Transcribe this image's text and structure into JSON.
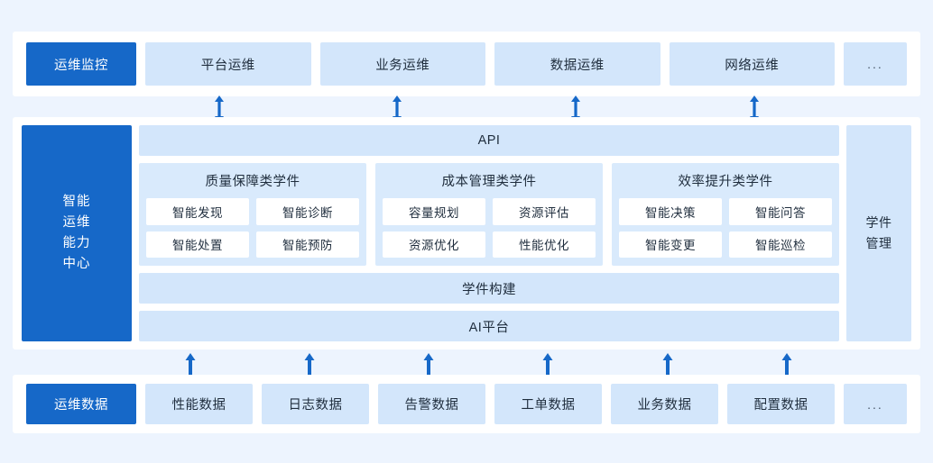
{
  "colors": {
    "page_background": "#edf4fe",
    "panel_background": "#ffffff",
    "accent_blue": "#1668c8",
    "light_blue": "#d3e6fb",
    "group_blue": "#d9eafc",
    "chip_white": "#ffffff",
    "text_dark": "#1f2d3d",
    "arrow_blue": "#1668c8"
  },
  "top_layer": {
    "header_label": "运维监控",
    "cells": [
      {
        "label": "平台运维"
      },
      {
        "label": "业务运维"
      },
      {
        "label": "数据运维"
      },
      {
        "label": "网络运维"
      }
    ],
    "ellipsis": "..."
  },
  "top_arrows": {
    "type": "double-headed-vertical",
    "count": 4,
    "positions": [
      243,
      440,
      638,
      836
    ]
  },
  "middle_layer": {
    "capability_center_label": "智能\n运维\n能力\n中心",
    "api_bar": "API",
    "groups": [
      {
        "title": "质量保障类学件",
        "items": [
          "智能发现",
          "智能诊断",
          "智能处置",
          "智能预防"
        ]
      },
      {
        "title": "成本管理类学件",
        "items": [
          "容量规划",
          "资源评估",
          "资源优化",
          "性能优化"
        ]
      },
      {
        "title": "效率提升类学件",
        "items": [
          "智能决策",
          "智能问答",
          "智能变更",
          "智能巡检"
        ]
      }
    ],
    "learnware_build_bar": "学件构建",
    "ai_platform_bar": "AI平台",
    "learnware_management_label": "学件\n管理"
  },
  "bottom_arrows": {
    "type": "single-headed-up",
    "count": 6,
    "positions": [
      210,
      342,
      474,
      606,
      739,
      871
    ]
  },
  "bottom_layer": {
    "header_label": "运维数据",
    "cells": [
      {
        "label": "性能数据"
      },
      {
        "label": "日志数据"
      },
      {
        "label": "告警数据"
      },
      {
        "label": "工单数据"
      },
      {
        "label": "业务数据"
      },
      {
        "label": "配置数据"
      }
    ],
    "ellipsis": "..."
  }
}
